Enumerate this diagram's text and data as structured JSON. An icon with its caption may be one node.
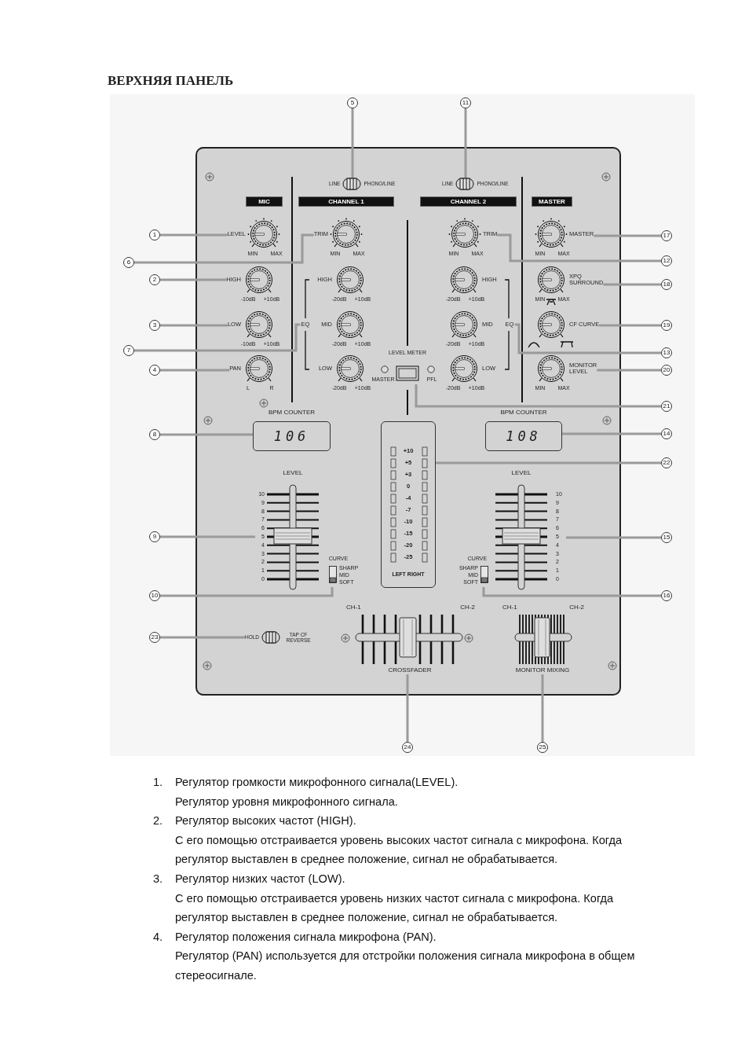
{
  "diagram": {
    "title": "ВЕРХНЯЯ ПАНЕЛЬ",
    "nodes": [
      {
        "text": [
          "5"
        ]
      },
      {
        "text": [
          "11"
        ]
      },
      {
        "text": [
          "LINE",
          "PHONO/LINE"
        ]
      },
      {
        "text": [
          "LINE",
          "PHONO/LINE"
        ]
      },
      {
        "text": [
          "MIC"
        ]
      },
      {
        "text": [
          "CHANNEL 1"
        ]
      },
      {
        "text": [
          "CHANNEL 2"
        ]
      },
      {
        "text": [
          "MASTER"
        ]
      },
      {
        "text": [
          "1"
        ]
      },
      {
        "text": [
          "LEVEL",
          "MIN",
          "MAX"
        ]
      },
      {
        "text": [
          "TRIM",
          "MIN",
          "MAX"
        ]
      },
      {
        "text": [
          "TRIM",
          "MIN",
          "MAX"
        ]
      },
      {
        "text": [
          "MASTER",
          "MIN",
          "MAX"
        ]
      },
      {
        "text": [
          "17"
        ]
      },
      {
        "text": [
          "6"
        ]
      },
      {
        "text": [
          "12"
        ]
      },
      {
        "text": [
          "2"
        ]
      },
      {
        "text": [
          "HIGH",
          "-10dB",
          "+10dB"
        ]
      },
      {
        "text": [
          "HIGH",
          "-20dB",
          "+10dB"
        ]
      },
      {
        "text": [
          "HIGH",
          "-20dB",
          "+10dB"
        ]
      },
      {
        "text": [
          "XPQ SURROUND",
          "MIN",
          "MAX"
        ]
      },
      {
        "text": [
          "18"
        ]
      },
      {
        "text": [
          "3"
        ]
      },
      {
        "text": [
          "LOW",
          "-10dB",
          "+10dB"
        ]
      },
      {
        "text": [
          "EQ"
        ]
      },
      {
        "text": [
          "MID",
          "-20dB",
          "+10dB"
        ]
      },
      {
        "text": [
          "MID",
          "-20dB",
          "+10dB"
        ]
      },
      {
        "text": [
          "EQ"
        ]
      },
      {
        "text": [
          "CF CURVE"
        ]
      },
      {
        "text": [
          "19"
        ]
      },
      {
        "text": [
          "7"
        ]
      },
      {
        "text": [
          "13"
        ]
      },
      {
        "text": [
          "4"
        ]
      },
      {
        "text": [
          "PAN",
          "L",
          "R"
        ]
      },
      {
        "text": [
          "LEVEL METER",
          "MASTER",
          "PFL"
        ]
      },
      {
        "text": [
          "LOW",
          "-20dB",
          "+10dB"
        ]
      },
      {
        "text": [
          "LOW",
          "-20dB",
          "+10dB"
        ]
      },
      {
        "text": [
          "MONITOR LEVEL",
          "MIN",
          "MAX"
        ]
      },
      {
        "text": [
          "20"
        ]
      },
      {
        "text": [
          "21"
        ]
      },
      {
        "text": [
          "8"
        ]
      },
      {
        "text": [
          "106"
        ],
        "beside": [
          "BPM COUNTER"
        ]
      },
      {
        "text": [
          "+10",
          "+5",
          "+3",
          "0",
          "-4",
          "-7",
          "-10",
          "-15",
          "-20",
          "-25",
          "LEFT RIGHT"
        ]
      },
      {
        "text": [
          "108"
        ],
        "beside": [
          "BPM COUNTER"
        ]
      },
      {
        "text": [
          "14"
        ]
      },
      {
        "text": [
          "22"
        ]
      },
      {
        "text": [
          "9"
        ]
      },
      {
        "text": [
          "LEVEL",
          "10",
          "9",
          "8",
          "7",
          "6",
          "5",
          "4",
          "3",
          "2",
          "1",
          "0"
        ]
      },
      {
        "text": [
          "LEVEL",
          "10",
          "9",
          "8",
          "7",
          "6",
          "5",
          "4",
          "3",
          "2",
          "1",
          "0"
        ]
      },
      {
        "text": [
          "15"
        ]
      },
      {
        "text": [
          "10"
        ]
      },
      {
        "text": [
          "CURVE",
          "SHARP",
          "MID",
          "SOFT"
        ]
      },
      {
        "text": [
          "CURVE",
          "SHARP",
          "MID",
          "SOFT"
        ]
      },
      {
        "text": [
          "16"
        ]
      },
      {
        "text": [
          "23"
        ]
      },
      {
        "text": [
          "HOLD",
          "TAP CF REVERSE"
        ]
      },
      {
        "text": [
          "CH-1",
          "CH-2",
          "CROSSFADER"
        ]
      },
      {
        "text": [
          "CH-1",
          "CH-2",
          "MONITOR MIXING"
        ]
      },
      {
        "text": [
          "24"
        ]
      },
      {
        "text": [
          "25"
        ]
      }
    ],
    "edges": [
      {
        "from": 0,
        "to": 2,
        "arrow": "none"
      },
      {
        "from": 1,
        "to": 3,
        "arrow": "none"
      },
      {
        "from": 8,
        "to": 9,
        "arrow": "none"
      },
      {
        "from": 14,
        "to": 10,
        "arrow": "none"
      },
      {
        "from": 15,
        "to": 11,
        "arrow": "none"
      },
      {
        "from": 13,
        "to": 12,
        "arrow": "none"
      },
      {
        "from": 16,
        "to": 17,
        "arrow": "none"
      },
      {
        "from": 21,
        "to": 20,
        "arrow": "none"
      },
      {
        "from": 22,
        "to": 23,
        "arrow": "none"
      },
      {
        "from": 29,
        "to": 28,
        "arrow": "none"
      },
      {
        "from": 30,
        "to": 24,
        "arrow": "none"
      },
      {
        "from": 31,
        "to": 27,
        "arrow": "none"
      },
      {
        "from": 32,
        "to": 33,
        "arrow": "none"
      },
      {
        "from": 38,
        "to": 37,
        "arrow": "none"
      },
      {
        "from": 39,
        "to": 34,
        "arrow": "none"
      },
      {
        "from": 40,
        "to": 41,
        "arrow": "none"
      },
      {
        "from": 44,
        "to": 43,
        "arrow": "none"
      },
      {
        "from": 45,
        "to": 42,
        "arrow": "none"
      },
      {
        "from": 46,
        "to": 47,
        "arrow": "none"
      },
      {
        "from": 49,
        "to": 48,
        "arrow": "none"
      },
      {
        "from": 50,
        "to": 51,
        "arrow": "none"
      },
      {
        "from": 53,
        "to": 52,
        "arrow": "none"
      },
      {
        "from": 54,
        "to": 55,
        "arrow": "none"
      },
      {
        "from": 58,
        "to": 56,
        "arrow": "none"
      },
      {
        "from": 59,
        "to": 57,
        "arrow": "none"
      }
    ],
    "labels": [
      "1.",
      "Регулятор  громкости микрофонного сигнала(LEVEL).",
      "Регулятор уровня микрофонного сигнала.",
      "2.",
      "Регулятор высоких частот (HIGH).",
      "С его помощью отстраивается уровень высоких частот сигнала с микрофона. Когда регулятор выставлен в среднее положение, сигнал не обрабатывается.",
      "3.",
      "Регулятор низких частот (LOW).",
      "С его помощью отстраивается уровень низких частот сигнала с микрофона. Когда регулятор выставлен в среднее положение, сигнал не обрабатывается.",
      "4.",
      "Регулятор положения сигнала микрофона (PAN).",
      "Регулятор (PAN) используется для отстройки положения сигнала микрофона в общем стереосигнале."
    ]
  }
}
